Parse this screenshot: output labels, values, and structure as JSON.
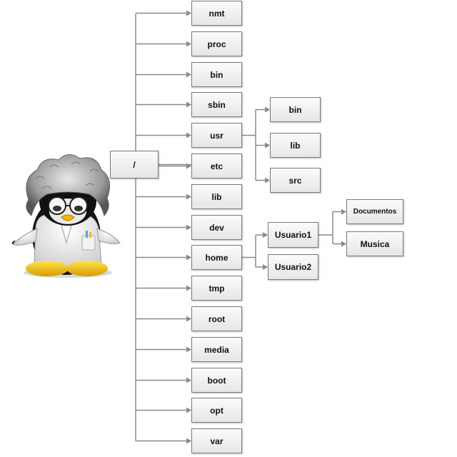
{
  "root": {
    "label": "/"
  },
  "level1": [
    "nmt",
    "proc",
    "bin",
    "sbin",
    "usr",
    "etc",
    "lib",
    "dev",
    "home",
    "tmp",
    "root",
    "media",
    "boot",
    "opt",
    "var"
  ],
  "usr_children": [
    "bin",
    "lib",
    "src"
  ],
  "home_children": [
    "Usuario1",
    "Usuario2"
  ],
  "usuario1_children": [
    "Documentos",
    "Musica"
  ],
  "colors": {
    "line": "#8a8a8a",
    "box_border": "#7a7a7a",
    "box_top": "#fbfbfb",
    "box_bottom": "#e6e6e6"
  },
  "mascot": {
    "icon": "scientist-penguin-icon"
  }
}
